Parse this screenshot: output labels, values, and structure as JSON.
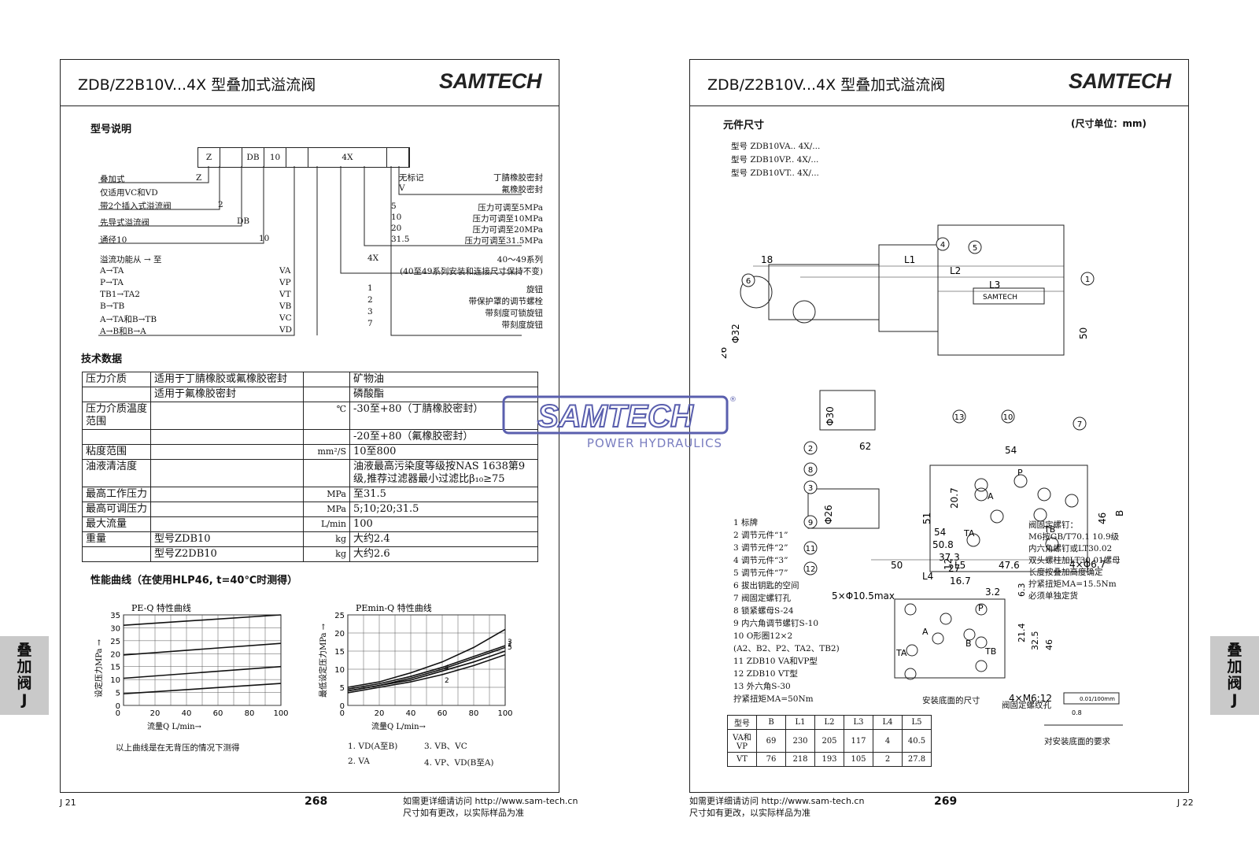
{
  "left": {
    "title": "ZDB/Z2B10V...4X 型叠加式溢流阀",
    "logo": "SAMTECH",
    "sec_model": "型号说明",
    "code_boxes": [
      "Z",
      "",
      "DB",
      "10",
      "",
      "4X",
      ""
    ],
    "code_left": [
      {
        "label": "叠加式",
        "code": "Z"
      },
      {
        "label": "仅适用VC和VD",
        "code": ""
      },
      {
        "label": "带2个插入式溢流阀",
        "code": "2"
      },
      {
        "label": "先导式溢流阀",
        "code": "DB"
      },
      {
        "label": "通径10",
        "code": "10"
      },
      {
        "label": "溢流功能从 → 至",
        "code": ""
      },
      {
        "label": "A→TA",
        "code": "VA"
      },
      {
        "label": "P→TA",
        "code": "VP"
      },
      {
        "label": "TB1→TA2",
        "code": "VT"
      },
      {
        "label": "B→TB",
        "code": "VB"
      },
      {
        "label": "A→TA和B→TB",
        "code": "VC"
      },
      {
        "label": "A→B和B→A",
        "code": "VD"
      }
    ],
    "code_right": [
      {
        "code": "无标记",
        "label": "丁腈橡胶密封"
      },
      {
        "code": "V",
        "label": "氟橡胶密封"
      },
      {
        "code": "5",
        "label": "压力可调至5MPa"
      },
      {
        "code": "10",
        "label": "压力可调至10MPa"
      },
      {
        "code": "20",
        "label": "压力可调至20MPa"
      },
      {
        "code": "31.5",
        "label": "压力可调至31.5MPa"
      },
      {
        "code": "4X",
        "label": "40～49系列"
      },
      {
        "code": "",
        "label": "(40至49系列安装和连接尺寸保持不变)"
      },
      {
        "code": "1",
        "label": "旋钮"
      },
      {
        "code": "2",
        "label": "带保护罩的调节螺栓"
      },
      {
        "code": "3",
        "label": "带刻度可锁旋钮"
      },
      {
        "code": "7",
        "label": "带刻度旋钮"
      }
    ],
    "sec_tech": "技术数据",
    "tech": [
      {
        "a": "压力介质",
        "b": "适用于丁腈橡胶或氟橡胶密封",
        "u": "",
        "v": "矿物油"
      },
      {
        "a": "",
        "b": "适用于氟橡胶密封",
        "u": "",
        "v": "磷酸酯"
      },
      {
        "a": "压力介质温度范围",
        "b": "",
        "u": "℃",
        "v": "-30至+80（丁腈橡胶密封）"
      },
      {
        "a": "",
        "b": "",
        "u": "",
        "v": "-20至+80（氟橡胶密封）"
      },
      {
        "a": "粘度范围",
        "b": "",
        "u": "mm²/S",
        "v": "10至800"
      },
      {
        "a": "油液清洁度",
        "b": "",
        "u": "",
        "v": "油液最高污染度等级按NAS 1638第9级,推荐过滤器最小过滤比β₁₀≥75"
      },
      {
        "a": "最高工作压力",
        "b": "",
        "u": "MPa",
        "v": "至31.5"
      },
      {
        "a": "最高可调压力",
        "b": "",
        "u": "MPa",
        "v": "5;10;20;31.5"
      },
      {
        "a": "最大流量",
        "b": "",
        "u": "L/min",
        "v": "100"
      },
      {
        "a": "重量",
        "b": "型号ZDB10",
        "u": "kg",
        "v": "大约2.4"
      },
      {
        "a": "",
        "b": "型号Z2DB10",
        "u": "kg",
        "v": "大约2.6"
      }
    ],
    "sec_curve": "性能曲线（在使用HLP46, t=40℃时测得）",
    "chart1_title": "PE-Q 特性曲线",
    "chart1_ylabel": "设定压力MPa →",
    "chart1_xlabel": "流量Q L/min→",
    "chart1_yticks": [
      "35",
      "30",
      "25",
      "20",
      "15",
      "10",
      "5",
      "0"
    ],
    "chart1_xticks": [
      "20",
      "40",
      "60",
      "80",
      "100"
    ],
    "chart1_note": "以上曲线是在无背压的情况下测得",
    "chart2_title": "PEmin-Q 特性曲线",
    "chart2_ylabel": "最低设定压力MPa →",
    "chart2_xlabel": "流量Q L/min→",
    "chart2_yticks": [
      "25",
      "20",
      "15",
      "10",
      "5",
      "0"
    ],
    "chart2_xticks": [
      "20",
      "40",
      "60",
      "80",
      "100"
    ],
    "chart2_legend": [
      "1. VD(A至B)",
      "3. VB、VC",
      "2. VA",
      "4. VP、VD(B至A)"
    ],
    "side_tab": [
      "叠",
      "加",
      "阀",
      "J"
    ],
    "page_code": "J 21",
    "page_number": "268",
    "footer1": "如需更详细请访问 http://www.sam-tech.cn",
    "footer2": "尺寸如有更改，以实际样品为准"
  },
  "chart_data": [
    {
      "type": "line",
      "title": "PE-Q 特性曲线",
      "xlabel": "流量Q L/min→",
      "ylabel": "设定压力MPa →",
      "xlim": [
        0,
        100
      ],
      "ylim": [
        0,
        35
      ],
      "x": [
        0,
        100
      ],
      "series": [
        {
          "values": [
            31,
            35
          ]
        },
        {
          "values": [
            19.5,
            24
          ]
        },
        {
          "values": [
            10.5,
            15
          ]
        },
        {
          "values": [
            4.5,
            8.5
          ]
        }
      ]
    },
    {
      "type": "line",
      "title": "PEmin-Q 特性曲线",
      "xlabel": "流量Q L/min→",
      "ylabel": "最低设定压力MPa →",
      "xlim": [
        0,
        100
      ],
      "ylim": [
        0,
        25
      ],
      "x": [
        0,
        20,
        40,
        60,
        80,
        100
      ],
      "series": [
        {
          "name": "1",
          "values": [
            4,
            5.5,
            7.5,
            10,
            13,
            16
          ]
        },
        {
          "name": "2",
          "values": [
            3.5,
            5,
            6.5,
            8.5,
            11,
            14
          ]
        },
        {
          "name": "3",
          "values": [
            4.5,
            6,
            8,
            10.5,
            13.5,
            16.5
          ]
        },
        {
          "name": "4",
          "values": [
            5,
            6.5,
            9,
            12,
            16,
            21
          ]
        },
        {
          "name": "5",
          "values": [
            4,
            5.5,
            7,
            9.5,
            12,
            15
          ]
        }
      ]
    }
  ],
  "right": {
    "title": "ZDB/Z2B10V...4X 型叠加式溢流阀",
    "logo": "SAMTECH",
    "sec_dims": "元件尺寸",
    "unit": "(尺寸单位：mm)",
    "models": [
      "型号 ZDB10VA.. 4X/...",
      "型号 ZDB10VP.. 4X/...",
      "型号 ZDB10VT.. 4X/..."
    ],
    "dims": [
      "L1",
      "L2",
      "L3",
      "18",
      "Φ32",
      "26",
      "50",
      "Φ30",
      "62",
      "54",
      "20.7",
      "Φ26",
      "51",
      "46",
      "B",
      "TA",
      "TB",
      "P",
      "A",
      "12",
      "50",
      "L5",
      "47.6",
      "L4",
      "4×Φ6.7",
      "54",
      "50.8",
      "37.3",
      "27",
      "16.7",
      "3.2",
      "6.3",
      "21.4",
      "32.5",
      "46",
      "5×Φ10.5max",
      "4×M6;12",
      "SAMTECH"
    ],
    "callouts": [
      "1",
      "2",
      "3",
      "4",
      "5",
      "6",
      "7",
      "8",
      "9",
      "10",
      "11",
      "12",
      "13"
    ],
    "parts": [
      "1 标牌",
      "2 调节元件“1”",
      "3 调节元件“2”",
      "4 调节元件“3”",
      "5 调节元件“7”",
      "6 拔出钥匙的空间",
      "7 阀固定螺钉孔",
      "8 锁紧螺母S-24",
      "9 内六角调节螺钉S-10",
      "10 O形圈12×2",
      "(A2、B2、P2、TA2、TB2)",
      "11 ZDB10 VA和VP型",
      "12 ZDB10 VT型",
      "13 外六角S-30",
      "拧紧扭矩MA=50Nm"
    ],
    "bolts": [
      "阀固定螺钉：",
      "M6按GB/T70.1 10.9级",
      "内六角螺钉或LT30.02",
      "双头螺柱加LT30.01螺母",
      "长度按叠加高度确定",
      "拧紧扭矩MA=15.5Nm",
      "必须单独定货"
    ],
    "mount_label": "安装底面的尺寸",
    "pin_label": "阀固定螺纹孔",
    "surface_label": "对安装底面的要求",
    "flatness": "0.01/100mm",
    "rough": "0.8",
    "dim_table": {
      "headers": [
        "型号",
        "B",
        "L1",
        "L2",
        "L3",
        "L4",
        "L5"
      ],
      "rows": [
        [
          "VA和VP",
          "69",
          "230",
          "205",
          "117",
          "4",
          "40.5"
        ],
        [
          "VT",
          "76",
          "218",
          "193",
          "105",
          "2",
          "27.8"
        ]
      ]
    },
    "side_tab": [
      "叠",
      "加",
      "阀",
      "J"
    ],
    "page_code": "J 22",
    "page_number": "269",
    "footer1": "如需更详细请访问 http://www.sam-tech.cn",
    "footer2": "尺寸如有更改，以实际样品为准"
  },
  "watermark": {
    "brand": "SAMTECH",
    "tagline": "POWER HYDRAULICS",
    "reg": "®"
  },
  "colors": {
    "watermark": "#5a5fae",
    "tab": "#c9c9c9"
  }
}
